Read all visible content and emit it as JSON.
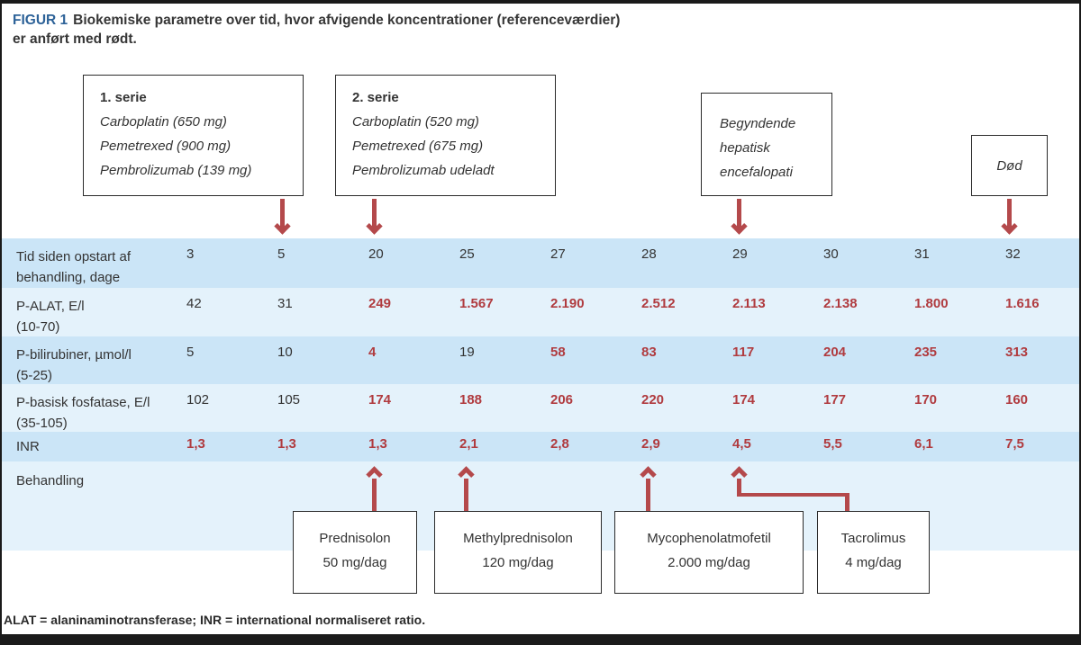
{
  "figure": {
    "tag": "FIGUR 1",
    "title_line1": "Biokemiske parametre over tid, hvor afvigende koncentrationer (referenceværdier)",
    "title_line2": "er anført med rødt.",
    "footnote": "ALAT = alaninaminotransferase; INR = international normaliseret ratio."
  },
  "colors": {
    "accent_blue": "#2d6298",
    "abnormal_red": "#b03b3f",
    "arrow_red": "#b4494b",
    "row_dark_blue": "#cbe5f7",
    "row_light_blue": "#e4f2fb",
    "frame_dark": "#1a1a1a"
  },
  "top_boxes": [
    {
      "title": "1. serie",
      "lines": [
        "Carboplatin (650 mg)",
        "Pemetrexed (900 mg)",
        "Pembrolizumab (139 mg)"
      ],
      "arrow_day": "5"
    },
    {
      "title": "2. serie",
      "lines": [
        "Carboplatin (520 mg)",
        "Pemetrexed (675 mg)",
        "Pembrolizumab udeladt"
      ],
      "arrow_day": "20"
    },
    {
      "title": "",
      "lines": [
        "Begyndende",
        "hepatisk",
        "encefalopati"
      ],
      "arrow_day": "29"
    },
    {
      "title": "",
      "lines": [
        "Død"
      ],
      "arrow_day": "32"
    }
  ],
  "bottom_boxes": [
    {
      "lines": [
        "Prednisolon",
        "50 mg/dag"
      ],
      "arrow_day": "20"
    },
    {
      "lines": [
        "Methylprednisolon",
        "120 mg/dag"
      ],
      "arrow_day": "25"
    },
    {
      "lines": [
        "Mycophenolatmofetil",
        "2.000 mg/dag"
      ],
      "arrow_day": "28"
    },
    {
      "lines": [
        "Tacrolimus",
        "4 mg/dag"
      ],
      "arrow_day": "29"
    }
  ],
  "table": {
    "rows": [
      {
        "label": [
          "Tid siden opstart af",
          "behandling, dage"
        ],
        "values": [
          "3",
          "5",
          "20",
          "25",
          "27",
          "28",
          "29",
          "30",
          "31",
          "32"
        ],
        "red": []
      },
      {
        "label": [
          "P-ALAT, E/l",
          "(10-70)"
        ],
        "values": [
          "42",
          "31",
          "249",
          "1.567",
          "2.190",
          "2.512",
          "2.113",
          "2.138",
          "1.800",
          "1.616"
        ],
        "red": [
          2,
          3,
          4,
          5,
          6,
          7,
          8,
          9
        ]
      },
      {
        "label": [
          "P-bilirubiner, µmol/l",
          "(5-25)"
        ],
        "values": [
          "5",
          "10",
          "4",
          "19",
          "58",
          "83",
          "117",
          "204",
          "235",
          "313"
        ],
        "red": [
          2,
          4,
          5,
          6,
          7,
          8,
          9
        ]
      },
      {
        "label": [
          "P-basisk fosfatase, E/l",
          "(35-105)"
        ],
        "values": [
          "102",
          "105",
          "174",
          "188",
          "206",
          "220",
          "174",
          "177",
          "170",
          "160"
        ],
        "red": [
          2,
          3,
          4,
          5,
          6,
          7,
          8,
          9
        ]
      },
      {
        "label": [
          "INR"
        ],
        "values": [
          "1,3",
          "1,3",
          "1,3",
          "2,1",
          "2,8",
          "2,9",
          "4,5",
          "5,5",
          "6,1",
          "7,5"
        ],
        "red": [
          0,
          1,
          2,
          3,
          4,
          5,
          6,
          7,
          8,
          9
        ]
      },
      {
        "label": [
          "Behandling"
        ],
        "values": [],
        "red": []
      }
    ]
  }
}
